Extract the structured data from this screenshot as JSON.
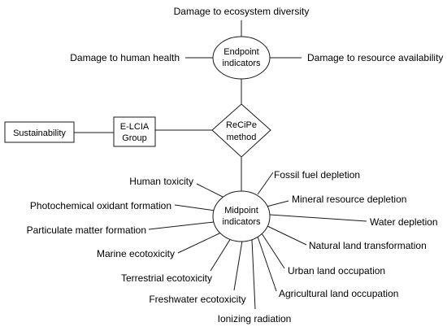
{
  "nodes": {
    "endpoint": {
      "line1": "Endpoint",
      "line2": "indicators"
    },
    "recipe": {
      "line1": "ReCiPe",
      "line2": "method"
    },
    "elcia": {
      "line1": "E-LCIA",
      "line2": "Group"
    },
    "sustainability": {
      "label": "Sustainability"
    },
    "midpoint": {
      "line1": "Midpoint",
      "line2": "indicators"
    }
  },
  "endpoint_labels": {
    "ecosystem": "Damage to ecosystem diversity",
    "human_health": "Damage to human health",
    "resource": "Damage to resource availability"
  },
  "midpoint_labels": {
    "human_toxicity": "Human toxicity",
    "photochemical": "Photochemical oxidant formation",
    "particulate": "Particulate matter formation",
    "marine": "Marine ecotoxicity",
    "terrestrial": "Terrestrial ecotoxicity",
    "freshwater": "Freshwater ecotoxicity",
    "ionizing": "Ionizing radiation",
    "fossil": "Fossil fuel depletion",
    "mineral": "Mineral resource depletion",
    "water": "Water depletion",
    "natural_land": "Natural land transformation",
    "urban_land": "Urban land occupation",
    "agricultural": "Agricultural land occupation"
  }
}
